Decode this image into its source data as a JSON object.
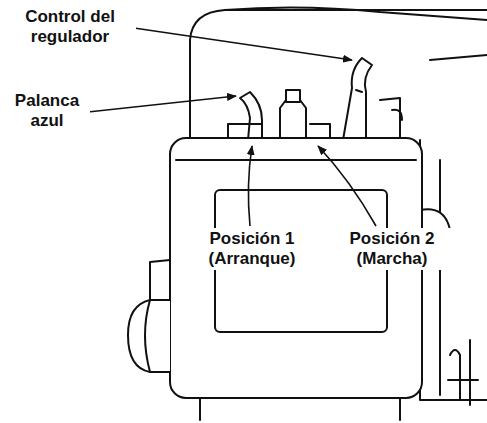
{
  "diagram": {
    "labels": [
      "Control del regulador",
      "Palanca azul",
      "Posición 1 (Arranque)",
      "Posición 2 (Marcha)"
    ]
  }
}
